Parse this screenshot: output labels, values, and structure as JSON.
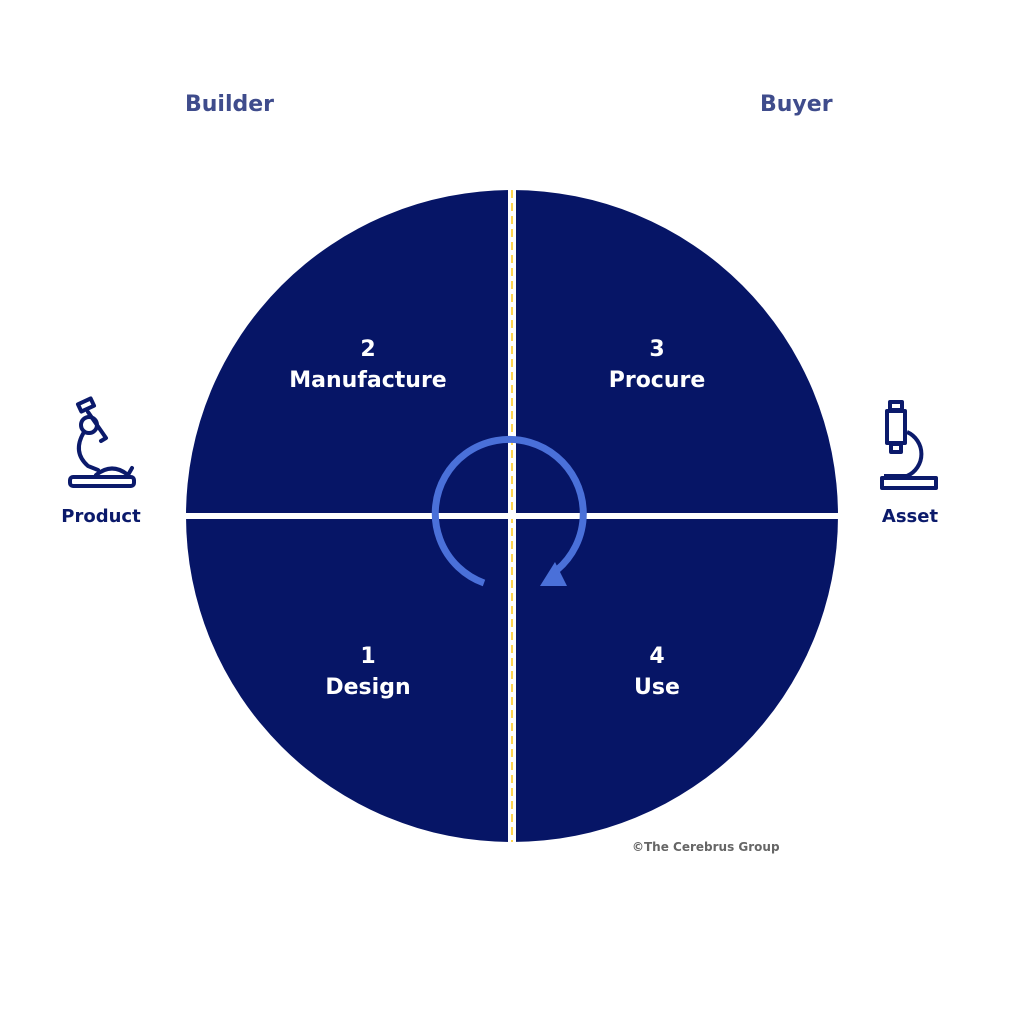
{
  "headers": {
    "left": "Builder",
    "right": "Buyer"
  },
  "sides": {
    "left": "Product",
    "right": "Asset"
  },
  "quadrants": [
    {
      "number": "2",
      "label": "Manufacture"
    },
    {
      "number": "3",
      "label": "Procure"
    },
    {
      "number": "1",
      "label": "Design"
    },
    {
      "number": "4",
      "label": "Use"
    }
  ],
  "copyright": "©The Cerebrus Group",
  "colors": {
    "navy": "#061566",
    "arrow": "#4a70d9",
    "divider": "#ffd54f"
  }
}
